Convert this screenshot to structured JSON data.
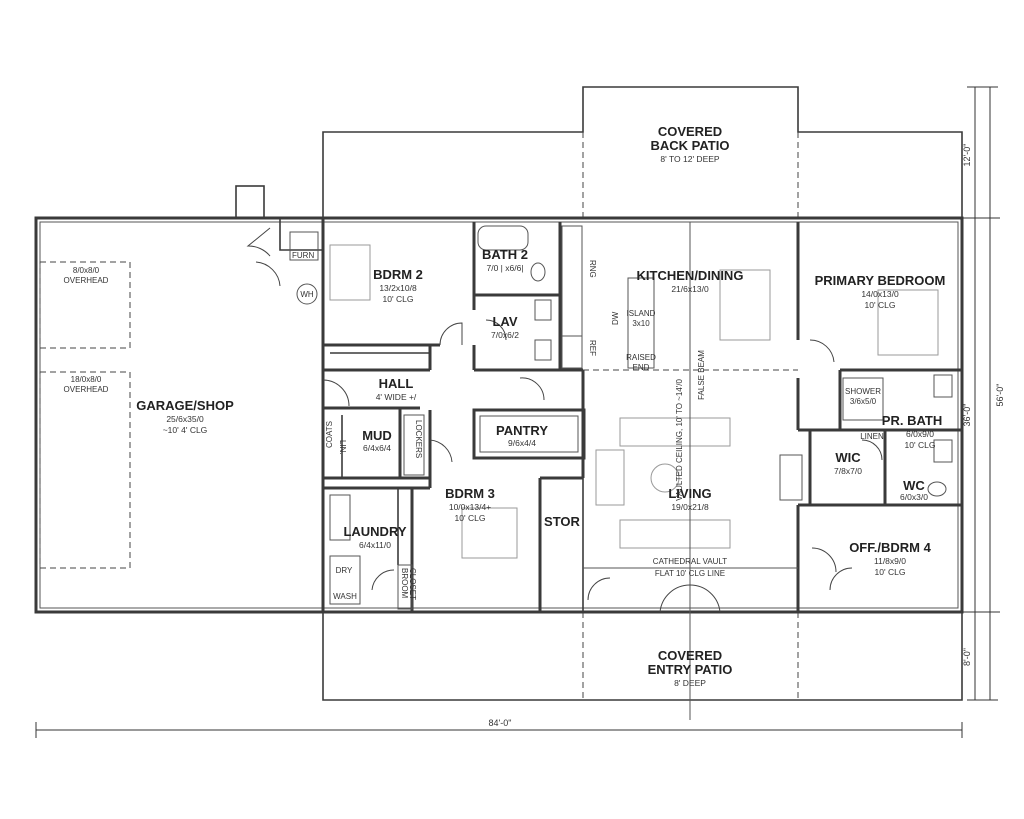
{
  "rooms": {
    "back_patio": {
      "name1": "COVERED",
      "name2": "BACK PATIO",
      "size": "8' TO 12' DEEP"
    },
    "entry_patio": {
      "name1": "COVERED",
      "name2": "ENTRY PATIO",
      "size": "8' DEEP"
    },
    "garage": {
      "name": "GARAGE/SHOP",
      "size": "25/6x35/0",
      "clg": "~10' 4' CLG"
    },
    "overhead_top": {
      "size": "8/0x8/0",
      "label": "OVERHEAD"
    },
    "overhead_bottom": {
      "size": "18/0x8/0",
      "label": "OVERHEAD"
    },
    "bdrm2": {
      "name": "BDRM 2",
      "size": "13/2x10/8",
      "clg": "10' CLG"
    },
    "bath2": {
      "name": "BATH 2",
      "size": "7/0 | x6/6|"
    },
    "lav": {
      "name": "LAV",
      "size": "7/0x6/2"
    },
    "hall": {
      "name": "HALL",
      "size": "4' WIDE +/"
    },
    "pantry": {
      "name": "PANTRY",
      "size": "9/6x4/4"
    },
    "mud": {
      "name": "MUD",
      "size": "6/4x6/4"
    },
    "laundry": {
      "name": "LAUNDRY",
      "size": "6/4x11/0"
    },
    "bdrm3": {
      "name": "BDRM 3",
      "size": "10/0x13/4+",
      "clg": "10' CLG"
    },
    "stor": {
      "name": "STOR"
    },
    "kitchen": {
      "name": "KITCHEN/DINING",
      "size": "21/6x13/0"
    },
    "living": {
      "name": "LIVING",
      "size": "19/0x21/8"
    },
    "primary": {
      "name": "PRIMARY BEDROOM",
      "size": "14/0x13/0",
      "clg": "10' CLG"
    },
    "pr_bath": {
      "name": "PR. BATH",
      "size": "6/0x9/0",
      "clg": "10' CLG"
    },
    "wic": {
      "name": "WIC",
      "size": "7/8x7/0"
    },
    "wc": {
      "name": "WC",
      "size": "6/0x3/0"
    },
    "office": {
      "name": "OFF./BDRM 4",
      "size": "11/8x9/0",
      "clg": "10' CLG"
    }
  },
  "fixtures": {
    "furn": "FURN",
    "wh": "WH",
    "lin": "LIN.",
    "coats": "COATS",
    "lockers": "LOCKERS",
    "dry": "DRY",
    "wash": "WASH",
    "broom": "BROOM",
    "closet": "CLOSET",
    "rng": "RNG",
    "ref": "REF",
    "dw": "DW",
    "island1": "ISLAND",
    "island2": "3x10",
    "raised1": "RAISED",
    "raised2": "END",
    "shower1": "SHOWER",
    "shower2": "3/6x5/0",
    "linen": "LINEN"
  },
  "notes": {
    "vaulted": "VAULTED CEILING, 10' TO ~14'/0",
    "false_beam": "FALSE BEAM",
    "cathedral1": "CATHEDRAL VAULT",
    "cathedral2": "FLAT 10' CLG LINE"
  },
  "dimensions": {
    "total_width": "84'-0\"",
    "total_depth": "56'-0\"",
    "back": "12'-0\"",
    "middle": "36'-0\"",
    "front": "8'-0\""
  }
}
